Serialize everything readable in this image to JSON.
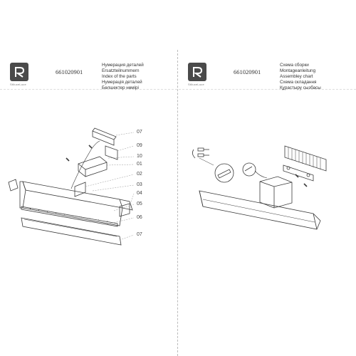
{
  "left_page": {
    "brand": "StiluceLuce",
    "product_code": "661020901",
    "titles": [
      "Нумерация деталей",
      "Ersatzteilnummern",
      "Index of the parts",
      "Нумерація деталей",
      "Бөлшектер нөмірі"
    ],
    "part_numbers": [
      "07",
      "09",
      "10",
      "01",
      "02",
      "03",
      "04",
      "05",
      "06",
      "07"
    ]
  },
  "right_page": {
    "brand": "StiluceLuce",
    "product_code": "661020901",
    "titles": [
      "Схема сборки",
      "Montageanleitung",
      "Assembley chart",
      "Схема складання",
      "Құрастыру сызбасы"
    ]
  },
  "colors": {
    "line": "#3a3a3a",
    "logo": "#4a4a4a"
  }
}
